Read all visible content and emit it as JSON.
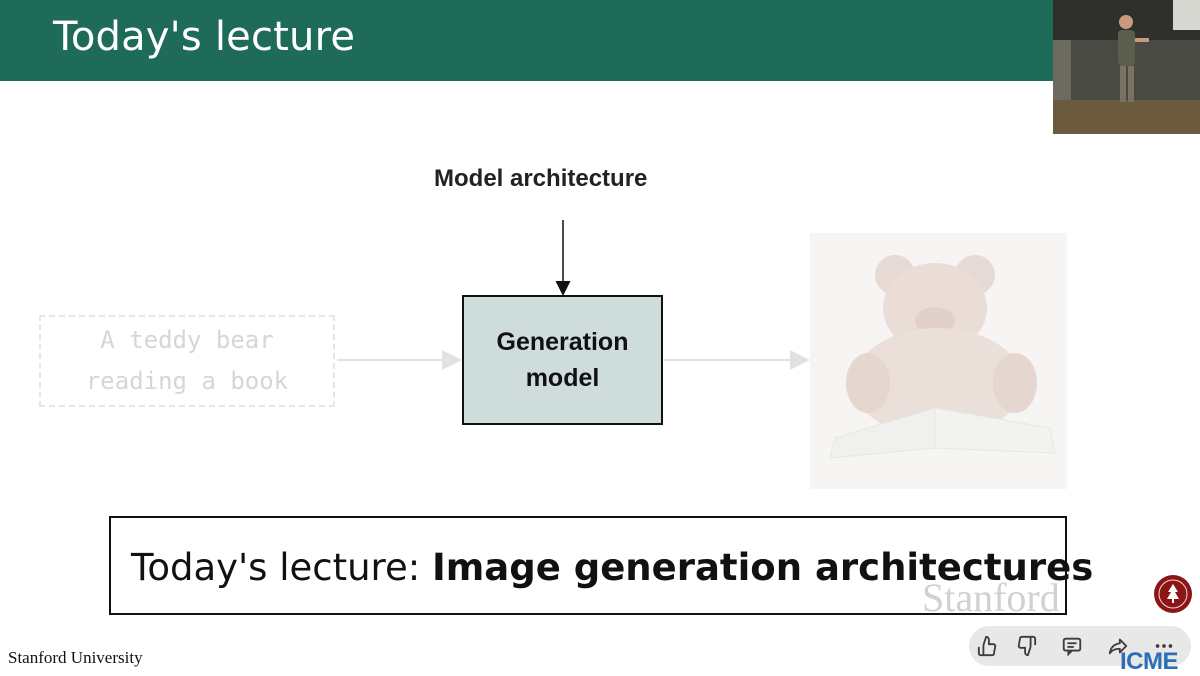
{
  "slide": {
    "title": "Today's lecture",
    "model_arch_label": "Model architecture",
    "prompt_lines": [
      "A teddy bear",
      "reading a book"
    ],
    "gen_model_lines": [
      "Generation",
      "model"
    ],
    "lecture_prefix": "Today's lecture: ",
    "lecture_bold": "Image generation architectures",
    "watermark": "Stanford",
    "footer": "Stanford University"
  },
  "overlay": {
    "logo": "ICME",
    "logo_colors": {
      "primary": "#2c6fb6",
      "accent": "#f2a22b"
    },
    "controls": [
      {
        "name": "thumbs-up-icon"
      },
      {
        "name": "thumbs-down-icon"
      },
      {
        "name": "comment-icon"
      },
      {
        "name": "share-icon"
      },
      {
        "name": "more-icon"
      }
    ]
  },
  "colors": {
    "header": "#1f6b5a",
    "gen_box": "#cfdcdc",
    "stanford_red": "#8c1515"
  }
}
